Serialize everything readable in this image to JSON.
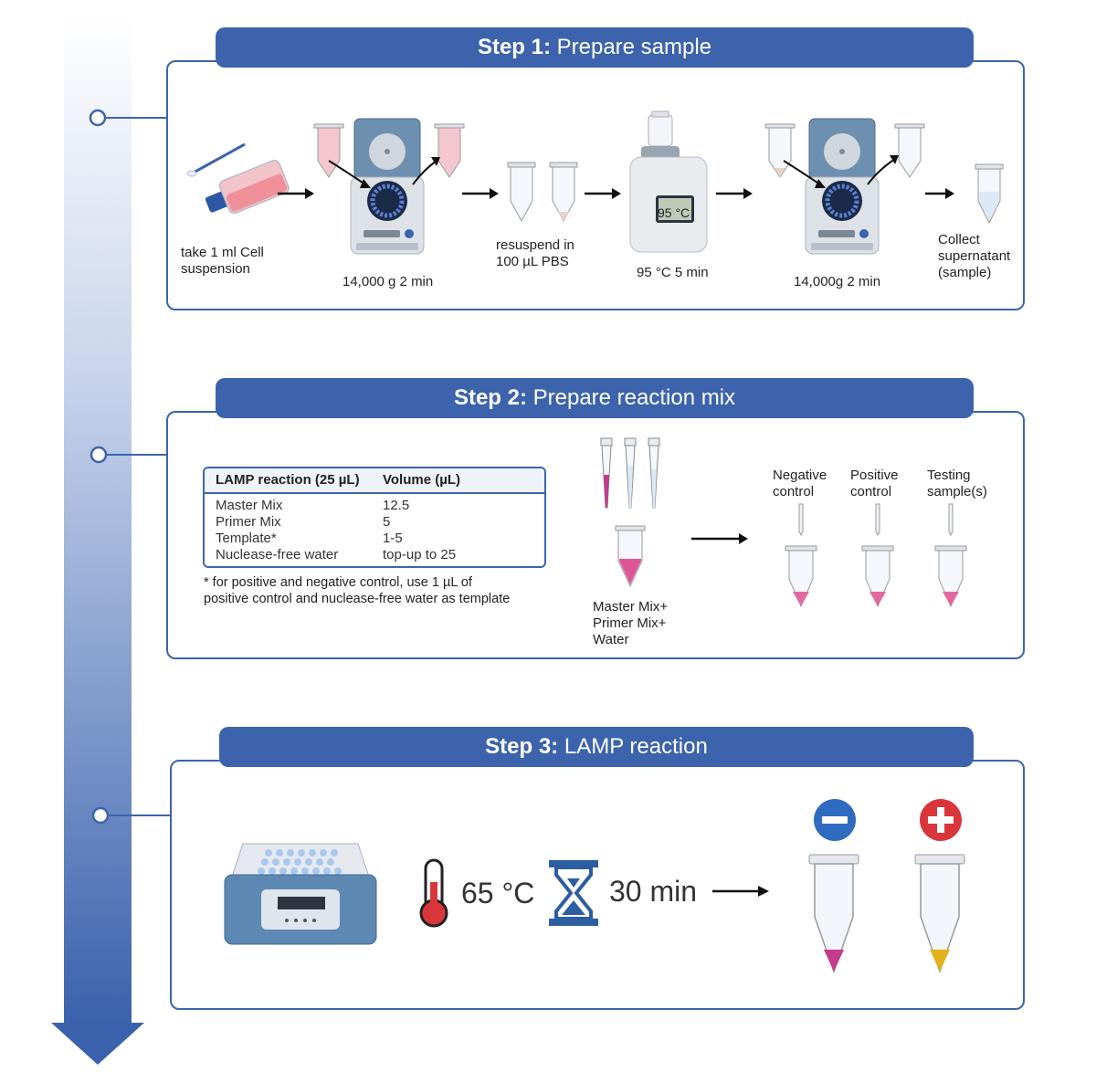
{
  "step1": {
    "header_bold": "Step 1:",
    "header_text": "Prepare sample",
    "labels": {
      "cell": "take 1 ml Cell\nsuspension",
      "centrifuge1": "14,000 g 2 min",
      "resuspend": "resuspend in\n100 µL PBS",
      "heat": "95 °C 5 min",
      "heat_display": "95 °C",
      "centrifuge2": "14,000g 2 min",
      "collect": "Collect\nsupernatant\n(sample)"
    }
  },
  "step2": {
    "header_bold": "Step 2:",
    "header_text": "Prepare reaction mix",
    "table": {
      "col1": "LAMP reaction (25 µL)",
      "col2": "Volume (µL)",
      "rows": [
        {
          "name": "Master Mix",
          "value": "12.5"
        },
        {
          "name": "Primer Mix",
          "value": "5"
        },
        {
          "name": "Template*",
          "value": "1-5"
        },
        {
          "name": "Nuclease-free water",
          "value": "top-up to 25"
        }
      ]
    },
    "footnote": "* for positive and negative control, use 1 µL of\npositive control and nuclease-free water as template",
    "mix_label": "Master Mix+\nPrimer Mix+\nWater",
    "tube_labels": [
      "Negative\ncontrol",
      "Positive\ncontrol",
      "Testing\nsample(s)"
    ]
  },
  "step3": {
    "header_bold": "Step 3:",
    "header_text": "LAMP reaction",
    "temperature": "65 °C",
    "time": "30 min",
    "results": [
      {
        "sign": "minus",
        "color": "#c43a8c"
      },
      {
        "sign": "plus",
        "color": "#e3b21d"
      }
    ]
  },
  "colors": {
    "accent": "#3c63ac",
    "pink": "#e06aa0",
    "magenta": "#c43a8c",
    "yellow": "#e3b21d",
    "red": "#d9363b"
  }
}
